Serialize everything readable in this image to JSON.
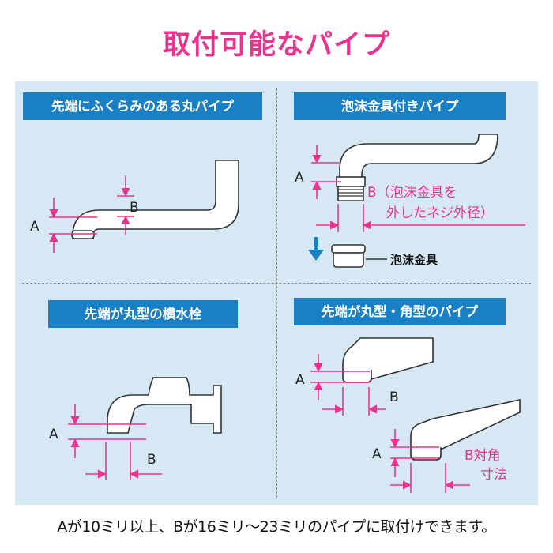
{
  "title": "取付可能なパイプ",
  "panels": {
    "round_tip": {
      "label": "先端にふくらみのある丸パイプ",
      "dim_a": "A",
      "dim_b": "B"
    },
    "aerator": {
      "label": "泡沫金具付きパイプ",
      "dim_a": "A",
      "dim_b_line1": "B（泡沫金具を",
      "dim_b_line2": "外したネジ外径）",
      "part_label": "泡沫金具"
    },
    "horizontal_faucet": {
      "label": "先端が丸型の横水栓",
      "dim_a": "A",
      "dim_b": "B"
    },
    "round_square": {
      "label": "先端が丸型・角型のパイプ",
      "dim_a_top": "A",
      "dim_b_top": "B",
      "dim_a_bottom": "A",
      "dim_b_line1": "B対角",
      "dim_b_line2": "寸法"
    }
  },
  "footer_note": "Aが10ミリ以上、Bが16ミリ〜23ミリのパイプに取付けできます。",
  "colors": {
    "title": "#e8348e",
    "dimension": "#e8348e",
    "label_bg": "#1a80c6",
    "panel_bg": "#d5e8f4",
    "arrow_blue": "#1a80c6"
  }
}
